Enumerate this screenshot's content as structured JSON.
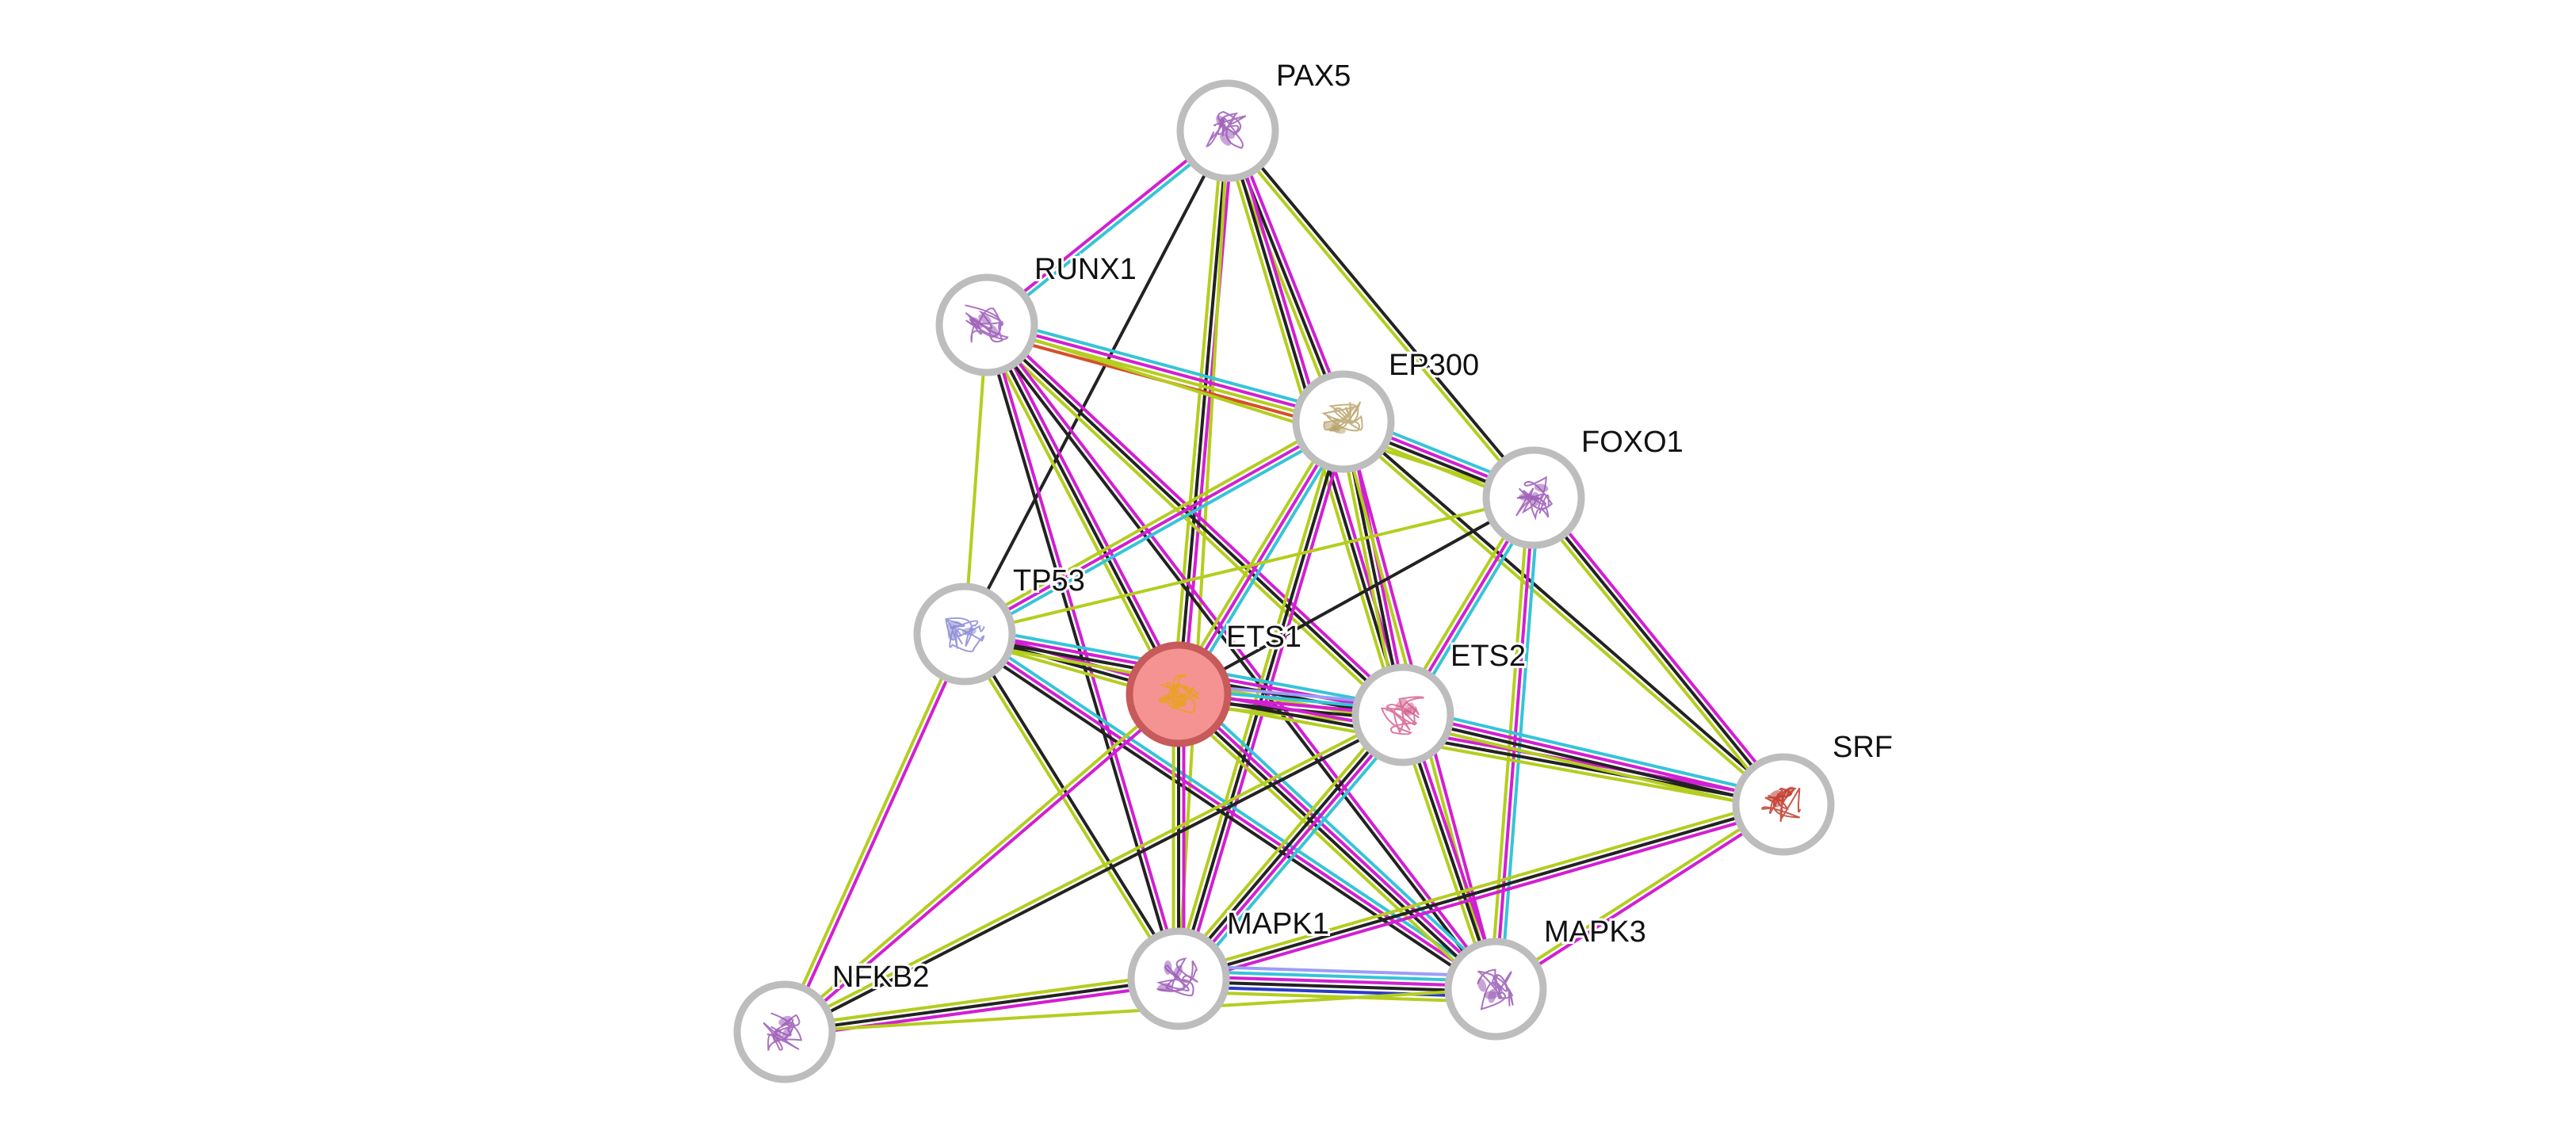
{
  "network": {
    "query_protein": "ETS1",
    "nodes": [
      {
        "id": "PAX5",
        "label": "PAX5",
        "query": false,
        "glyph": "#9b59b6"
      },
      {
        "id": "RUNX1",
        "label": "RUNX1",
        "query": false,
        "glyph": "#9b59b6"
      },
      {
        "id": "EP300",
        "label": "EP300",
        "query": false,
        "glyph": "#b8a36a"
      },
      {
        "id": "FOXO1",
        "label": "FOXO1",
        "query": false,
        "glyph": "#9b59b6"
      },
      {
        "id": "TP53",
        "label": "TP53",
        "query": false,
        "glyph": "#8a8ad6"
      },
      {
        "id": "ETS1",
        "label": "ETS1",
        "query": true,
        "glyph": "#e8a317"
      },
      {
        "id": "ETS2",
        "label": "ETS2",
        "query": false,
        "glyph": "#d6628f"
      },
      {
        "id": "SRF",
        "label": "SRF",
        "query": false,
        "glyph": "#c0392b"
      },
      {
        "id": "NFKB2",
        "label": "NFKB2",
        "query": false,
        "glyph": "#9b59b6"
      },
      {
        "id": "MAPK1",
        "label": "MAPK1",
        "query": false,
        "glyph": "#9b59b6"
      },
      {
        "id": "MAPK3",
        "label": "MAPK3",
        "query": false,
        "glyph": "#9b59b6"
      }
    ],
    "edge_colors": {
      "database": "#36c4d8",
      "experiments": "#d21fd2",
      "coexpression": "#222222",
      "textmining": "#b5cd1f",
      "homology": "#9b9ef5",
      "neighborhood": "#2b8a2b",
      "gene_fusion": "#d64f2a",
      "cooccurrence": "#2b3cc7"
    },
    "edges": [
      {
        "a": "PAX5",
        "b": "RUNX1",
        "ev": [
          "database",
          "experiments"
        ]
      },
      {
        "a": "PAX5",
        "b": "EP300",
        "ev": [
          "experiments",
          "coexpression",
          "textmining"
        ]
      },
      {
        "a": "PAX5",
        "b": "FOXO1",
        "ev": [
          "coexpression",
          "textmining"
        ]
      },
      {
        "a": "PAX5",
        "b": "TP53",
        "ev": [
          "coexpression"
        ]
      },
      {
        "a": "PAX5",
        "b": "ETS1",
        "ev": [
          "experiments",
          "coexpression",
          "textmining"
        ]
      },
      {
        "a": "PAX5",
        "b": "ETS2",
        "ev": [
          "experiments",
          "coexpression",
          "textmining"
        ]
      },
      {
        "a": "PAX5",
        "b": "MAPK1",
        "ev": [
          "textmining"
        ]
      },
      {
        "a": "RUNX1",
        "b": "EP300",
        "ev": [
          "database",
          "experiments",
          "textmining",
          "gene_fusion"
        ]
      },
      {
        "a": "RUNX1",
        "b": "TP53",
        "ev": [
          "textmining"
        ]
      },
      {
        "a": "RUNX1",
        "b": "ETS1",
        "ev": [
          "experiments",
          "coexpression",
          "textmining"
        ]
      },
      {
        "a": "RUNX1",
        "b": "ETS2",
        "ev": [
          "experiments",
          "coexpression",
          "textmining"
        ]
      },
      {
        "a": "RUNX1",
        "b": "MAPK1",
        "ev": [
          "experiments",
          "coexpression"
        ]
      },
      {
        "a": "RUNX1",
        "b": "MAPK3",
        "ev": [
          "experiments",
          "coexpression"
        ]
      },
      {
        "a": "RUNX1",
        "b": "FOXO1",
        "ev": [
          "textmining"
        ]
      },
      {
        "a": "EP300",
        "b": "FOXO1",
        "ev": [
          "database",
          "experiments",
          "coexpression",
          "textmining"
        ]
      },
      {
        "a": "EP300",
        "b": "TP53",
        "ev": [
          "database",
          "experiments",
          "textmining"
        ]
      },
      {
        "a": "EP300",
        "b": "ETS1",
        "ev": [
          "database",
          "experiments",
          "textmining"
        ]
      },
      {
        "a": "EP300",
        "b": "ETS2",
        "ev": [
          "experiments",
          "coexpression",
          "textmining"
        ]
      },
      {
        "a": "EP300",
        "b": "SRF",
        "ev": [
          "coexpression",
          "textmining"
        ]
      },
      {
        "a": "EP300",
        "b": "MAPK1",
        "ev": [
          "experiments",
          "coexpression",
          "textmining"
        ]
      },
      {
        "a": "EP300",
        "b": "MAPK3",
        "ev": [
          "experiments",
          "textmining"
        ]
      },
      {
        "a": "FOXO1",
        "b": "TP53",
        "ev": [
          "textmining"
        ]
      },
      {
        "a": "FOXO1",
        "b": "ETS1",
        "ev": [
          "coexpression"
        ]
      },
      {
        "a": "FOXO1",
        "b": "ETS2",
        "ev": [
          "database",
          "experiments",
          "textmining"
        ]
      },
      {
        "a": "FOXO1",
        "b": "SRF",
        "ev": [
          "experiments",
          "coexpression",
          "textmining"
        ]
      },
      {
        "a": "FOXO1",
        "b": "MAPK3",
        "ev": [
          "database",
          "experiments",
          "textmining"
        ]
      },
      {
        "a": "TP53",
        "b": "ETS1",
        "ev": [
          "experiments",
          "coexpression",
          "textmining"
        ]
      },
      {
        "a": "TP53",
        "b": "ETS2",
        "ev": [
          "database",
          "experiments",
          "coexpression",
          "textmining"
        ]
      },
      {
        "a": "TP53",
        "b": "MAPK1",
        "ev": [
          "coexpression",
          "textmining"
        ]
      },
      {
        "a": "TP53",
        "b": "MAPK3",
        "ev": [
          "database",
          "experiments",
          "coexpression"
        ]
      },
      {
        "a": "TP53",
        "b": "NFKB2",
        "ev": [
          "experiments",
          "textmining"
        ]
      },
      {
        "a": "ETS1",
        "b": "ETS2",
        "ev": [
          "homology",
          "database",
          "experiments",
          "coexpression",
          "textmining"
        ]
      },
      {
        "a": "ETS1",
        "b": "SRF",
        "ev": [
          "experiments",
          "coexpression",
          "textmining"
        ]
      },
      {
        "a": "ETS1",
        "b": "MAPK1",
        "ev": [
          "experiments",
          "coexpression",
          "textmining"
        ]
      },
      {
        "a": "ETS1",
        "b": "MAPK3",
        "ev": [
          "database",
          "experiments",
          "coexpression",
          "textmining"
        ]
      },
      {
        "a": "ETS1",
        "b": "NFKB2",
        "ev": [
          "experiments",
          "textmining"
        ]
      },
      {
        "a": "ETS2",
        "b": "SRF",
        "ev": [
          "database",
          "experiments",
          "coexpression",
          "textmining"
        ]
      },
      {
        "a": "ETS2",
        "b": "MAPK1",
        "ev": [
          "database",
          "experiments",
          "coexpression",
          "textmining"
        ]
      },
      {
        "a": "ETS2",
        "b": "MAPK3",
        "ev": [
          "experiments",
          "coexpression",
          "textmining"
        ]
      },
      {
        "a": "ETS2",
        "b": "NFKB2",
        "ev": [
          "coexpression",
          "textmining"
        ]
      },
      {
        "a": "SRF",
        "b": "MAPK1",
        "ev": [
          "experiments",
          "coexpression",
          "textmining"
        ]
      },
      {
        "a": "SRF",
        "b": "MAPK3",
        "ev": [
          "experiments",
          "textmining"
        ]
      },
      {
        "a": "MAPK1",
        "b": "MAPK3",
        "ev": [
          "homology",
          "database",
          "experiments",
          "coexpression",
          "cooccurrence",
          "textmining"
        ]
      },
      {
        "a": "MAPK1",
        "b": "NFKB2",
        "ev": [
          "experiments",
          "coexpression",
          "textmining"
        ]
      },
      {
        "a": "MAPK3",
        "b": "NFKB2",
        "ev": [
          "textmining"
        ]
      }
    ]
  }
}
